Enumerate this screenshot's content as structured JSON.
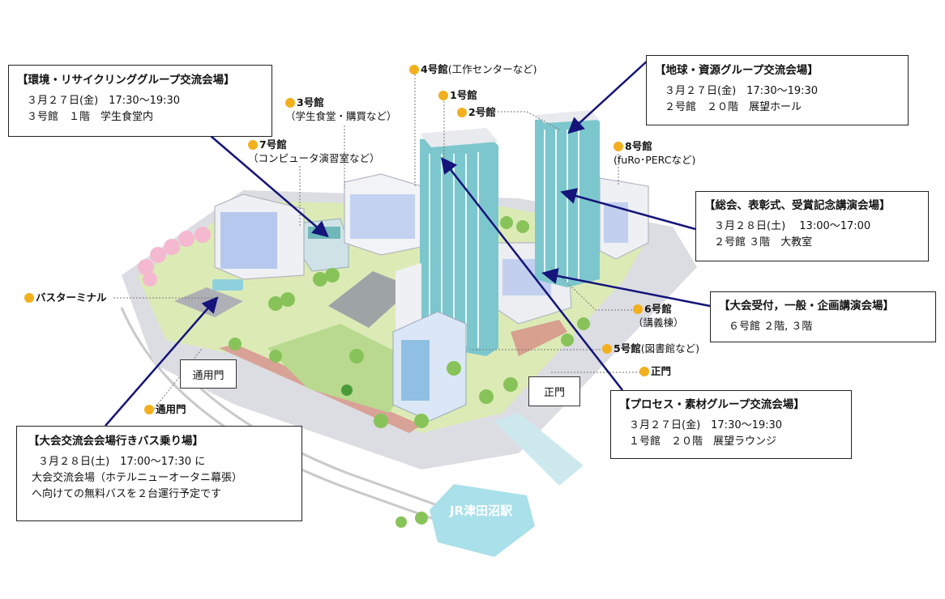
{
  "colors": {
    "ground": "#dcebb6",
    "tower": "#79c5cb",
    "arrow": "#14147a",
    "dot": "#f2b01e",
    "road": "#d9dadf"
  },
  "buildings": {
    "b4": {
      "name": "4号館",
      "note": "(工作センターなど)"
    },
    "b1": {
      "name": "1号館"
    },
    "b2": {
      "name": "2号館"
    },
    "b3": {
      "name": "3号館",
      "note": "（学生食堂・購買など）"
    },
    "b7": {
      "name": "7号館",
      "note": "（コンピュータ演習室など）"
    },
    "b8": {
      "name": "8号館",
      "note": "(fuRo･PERCなど)"
    },
    "b6": {
      "name": "6号館",
      "note": "（講義棟）"
    },
    "b5": {
      "name": "5号館",
      "note": "(図書館など)"
    },
    "main_gate": {
      "name": "正門"
    },
    "bus_terminal": {
      "name": "バスターミナル"
    },
    "side_gate": {
      "name": "通用門"
    }
  },
  "gate_labels": {
    "side_gate": "通用門",
    "main_gate": "正門"
  },
  "station": "JR津田沼駅",
  "callouts": {
    "environment": {
      "title": "【環境・リサイクリンググループ交流会場】",
      "lines": [
        "３月２７日(金)　17:30～19:30",
        "３号館　１階　学生食堂内"
      ]
    },
    "earth": {
      "title": "【地球・資源グループ交流会場】",
      "lines": [
        "３月２７日(金)　17:30～19:30",
        "２号館　２０階　展望ホール"
      ]
    },
    "general": {
      "title": "【総会、表彰式、受賞記念講演会場】",
      "lines": [
        "３月２８日(土)　 13:00～17:00",
        "２号館  ３階　大教室"
      ]
    },
    "reception": {
      "title": "【大会受付，一般・企画講演会場】",
      "lines": [
        "６号館  ２階, ３階"
      ]
    },
    "process": {
      "title": "【プロセス・素材グループ交流会場】",
      "lines": [
        "３月２７日(金)　17:30～19:30",
        "１号館　２０階　展望ラウンジ"
      ]
    },
    "bus": {
      "title": "【大会交流会会場行きバス乗り場】",
      "lines": [
        "３月２８日(土)　17:00～17:30 に",
        "大会交流会場（ホテルニューオータニ幕張）",
        "へ向けての無料バスを２台運行予定です"
      ]
    }
  }
}
